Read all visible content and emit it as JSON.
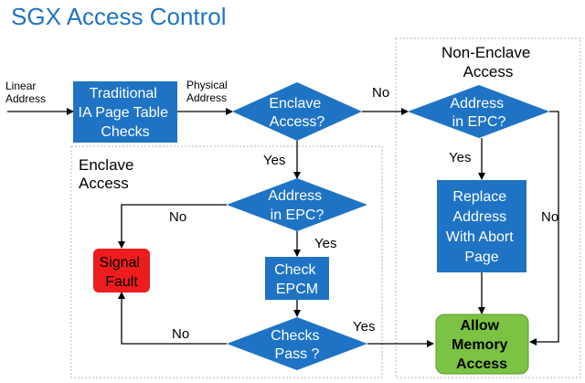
{
  "title": "SGX Access Control",
  "inputs": {
    "linear_address": [
      "Linear",
      "Address"
    ],
    "physical_address": [
      "Physical",
      "Address"
    ]
  },
  "nodes": {
    "page_table": [
      "Traditional",
      "IA Page Table",
      "Checks"
    ],
    "enclave_access": [
      "Enclave",
      "Access?"
    ],
    "nonenclave_address_in_epc": [
      "Address",
      "in EPC?"
    ],
    "enclave_address_in_epc": [
      "Address",
      "in EPC?"
    ],
    "replace_address": [
      "Replace",
      "Address",
      "With Abort",
      "Page"
    ],
    "check_epcm": [
      "Check",
      "EPCM"
    ],
    "checks_pass": [
      "Checks",
      "Pass ?"
    ],
    "signal_fault": [
      "Signal",
      "Fault"
    ],
    "allow_memory_access": [
      "Allow",
      "Memory",
      "Access"
    ]
  },
  "groups": {
    "enclave": [
      "Enclave",
      "Access"
    ],
    "non_enclave": [
      "Non-Enclave",
      "Access"
    ]
  },
  "edge_labels": {
    "enclave_access_no": "No",
    "enclave_access_yes": "Yes",
    "nonenclave_in_epc_yes": "Yes",
    "nonenclave_in_epc_no": "No",
    "enclave_in_epc_no": "No",
    "enclave_in_epc_yes": "Yes",
    "checks_pass_no": "No",
    "checks_pass_yes": "Yes"
  },
  "colors": {
    "title": "#1f73c4",
    "process": "#1f73c4",
    "fault": "#ee1c1c",
    "allow": "#7cc243",
    "group_border": "#b5b5b5"
  }
}
